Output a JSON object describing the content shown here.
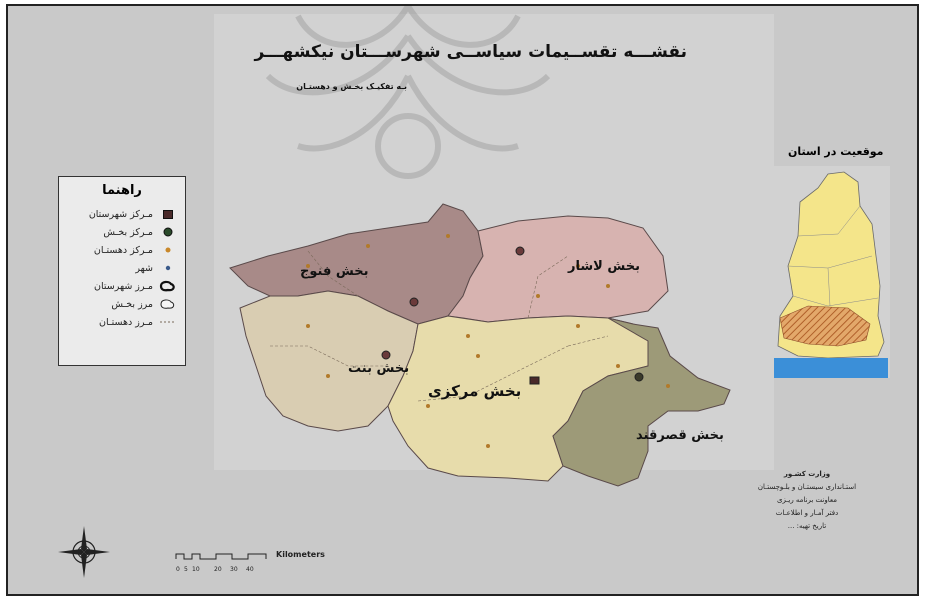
{
  "map": {
    "title": "نقشـــه تقســیمات سیاســی شهرســـتان نیکشهـــر",
    "subtitle": "بـه تفکیـک بخـش و دهستـان",
    "legend": {
      "title": "راهنما",
      "items": [
        {
          "label": "مـرکز شهرستان",
          "icon": "county-center-icon"
        },
        {
          "label": "مـرکز بخـش",
          "icon": "district-center-icon"
        },
        {
          "label": "مـرکز دهستـان",
          "icon": "rural-center-icon"
        },
        {
          "label": "شهر",
          "icon": "city-icon"
        },
        {
          "label": "مـرز شهرستان",
          "icon": "county-border-icon"
        },
        {
          "label": "مرز بخـش",
          "icon": "district-border-icon"
        },
        {
          "label": "مـرز دهستـان",
          "icon": "rural-border-icon"
        }
      ]
    },
    "districts": [
      {
        "name": "بخش فنوج",
        "color": "#a88a88"
      },
      {
        "name": "بخش لاشار",
        "color": "#d7b3b0"
      },
      {
        "name": "بخش بنت",
        "color": "#d9cdb2"
      },
      {
        "name": "بخش مرکزی",
        "color": "#e7dcab"
      },
      {
        "name": "بخش قصرقند",
        "color": "#9d9a78"
      }
    ],
    "location_title": "موقعیت در استان",
    "credits": [
      "وزارت کشـور",
      "استـانداری سیستـان و بلـوچستـان",
      "معاونت برنامه ریـزی",
      "دفتر آمـار و اطلاعـات",
      "تاریخ تهیه: ..."
    ],
    "scale": {
      "label": "Kilometers",
      "ticks": [
        "0",
        "5",
        "10",
        "20",
        "30",
        "40"
      ]
    },
    "colors": {
      "background": "#c9c9c9",
      "province_fill": "#f4e58a",
      "sea": "#3b8fd8",
      "hatch": "#c97a3a"
    }
  }
}
